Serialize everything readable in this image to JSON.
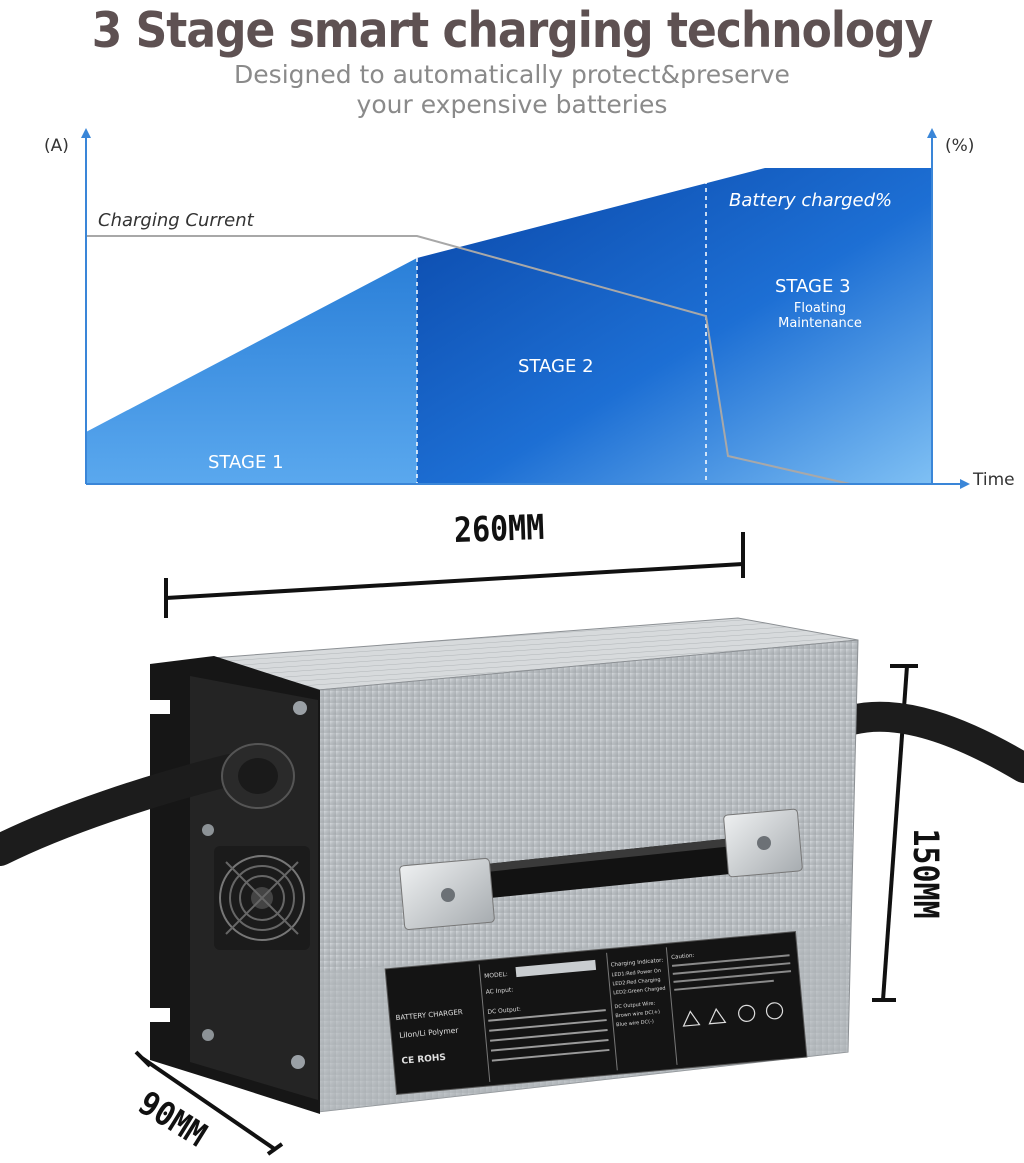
{
  "header": {
    "title": "3 Stage smart charging technology",
    "subtitle_line1": "Designed to automatically protect&preserve",
    "subtitle_line2": "your expensive batteries"
  },
  "diagram": {
    "y_left_label": "(A)",
    "y_right_label": "(%)",
    "x_label": "Time",
    "current_label": "Charging Current",
    "charged_label": "Battery charged%",
    "stage1": "STAGE 1",
    "stage2": "STAGE 2",
    "stage3": "STAGE 3",
    "stage3_line1": "Floating",
    "stage3_line2": "Maintenance",
    "colors": {
      "axis": "#3a86d8",
      "fill_dark": "#0b4fb3",
      "fill_light": "#63acee",
      "curve": "#9a9a9a"
    }
  },
  "product": {
    "length": "260MM",
    "height": "150MM",
    "depth": "90MM",
    "label_left_line1": "BATTERY CHARGER",
    "label_left_line2": "LiIon/Li Polymer",
    "label_marks": "CE ROHS",
    "label_model": "MODEL:",
    "label_ac": "AC Input:",
    "label_dc": "DC Output:",
    "label_indicator": "Charging Indicator:",
    "label_led1": "LED1:Red Power On",
    "label_led2a": "LED2:Red Charging",
    "label_led2b": "LED2:Green Charged",
    "label_wire": "DC Output Wire:",
    "label_wire1": "Brown wire DC(+)",
    "label_wire2": "Blue wire DC(-)",
    "label_caution": "Caution:"
  }
}
